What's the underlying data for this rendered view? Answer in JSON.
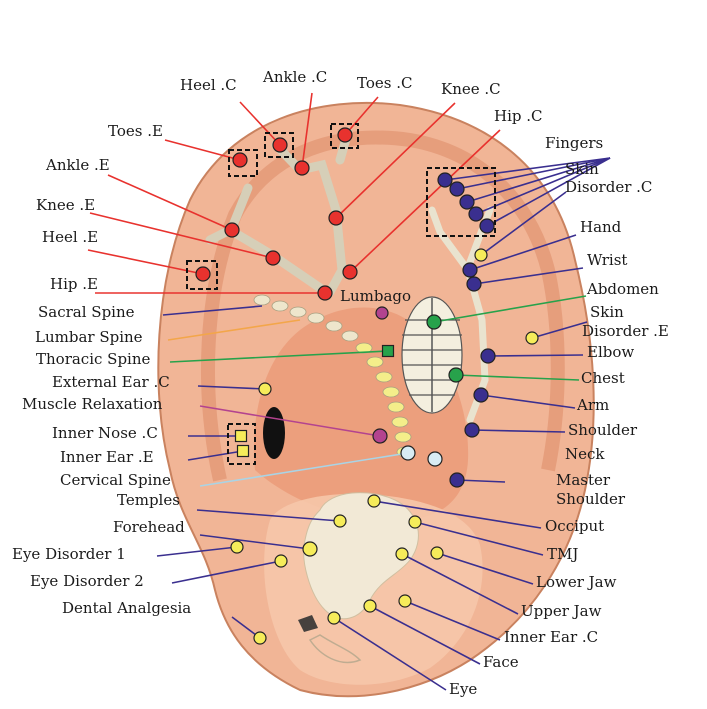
{
  "colors": {
    "red": "#e8322e",
    "navy": "#3a2f8f",
    "yellow": "#f6ec5a",
    "magenta": "#b3438f",
    "green": "#27a24b",
    "lightblue": "#d8ecf4",
    "ear_skin": "#f1b596",
    "ear_inner": "#e99572"
  },
  "labels": {
    "heel_c": "Heel .C",
    "ankle_c": "Ankle .C",
    "toes_c": "Toes .C",
    "knee_c": "Knee .C",
    "hip_c": "Hip .C",
    "toes_e": "Toes .E",
    "fingers": "Fingers",
    "skin_disorder_c_1": "Skin",
    "skin_disorder_c_2": "Disorder .C",
    "ankle_e": "Ankle .E",
    "knee_e": "Knee .E",
    "hand": "Hand",
    "heel_e": "Heel .E",
    "wrist": "Wrist",
    "hip_e": "Hip .E",
    "lumbago": "Lumbago",
    "abdomen": "Abdomen",
    "sacral_spine": "Sacral Spine",
    "skin_disorder_e_1": "Skin",
    "skin_disorder_e_2": "Disorder .E",
    "lumbar_spine": "Lumbar Spine",
    "elbow": "Elbow",
    "thoracic_spine": "Thoracic Spine",
    "chest": "Chest",
    "external_ear_c": "External Ear .C",
    "arm": "Arm",
    "muscle_relaxation": "Muscle Relaxation",
    "shoulder": "Shoulder",
    "inner_nose_c": "Inner Nose .C",
    "neck": "Neck",
    "inner_ear_e": "Inner Ear .E",
    "master_shoulder_1": "Master",
    "master_shoulder_2": "Shoulder",
    "cervical_spine": "Cervical Spine",
    "temples": "Temples",
    "occiput": "Occiput",
    "forehead": "Forehead",
    "tmj": "TMJ",
    "eye_disorder_1": "Eye Disorder 1",
    "lower_jaw": "Lower Jaw",
    "eye_disorder_2": "Eye Disorder 2",
    "upper_jaw": "Upper Jaw",
    "dental_analgesia": "Dental Analgesia",
    "inner_ear_c": "Inner Ear .C",
    "face": "Face",
    "eye": "Eye"
  }
}
